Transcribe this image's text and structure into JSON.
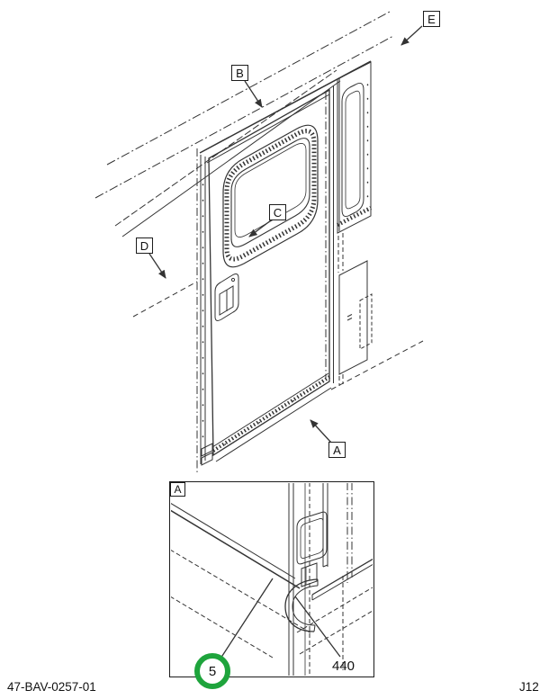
{
  "page": {
    "footer_left": "47-BAV-0257-01",
    "footer_right": "J12"
  },
  "diagram": {
    "type": "parts-illustration",
    "subject": "sliding door assembly with detail view of lower track",
    "callouts": {
      "a": "A",
      "b": "B",
      "c": "C",
      "d": "D",
      "e": "E"
    },
    "inset": {
      "title": "A",
      "item_circled": "5",
      "part_number": "440"
    }
  },
  "colors": {
    "line": "#333333",
    "highlight_green": "#1ea43c",
    "label_border": "#1c1c1c"
  }
}
